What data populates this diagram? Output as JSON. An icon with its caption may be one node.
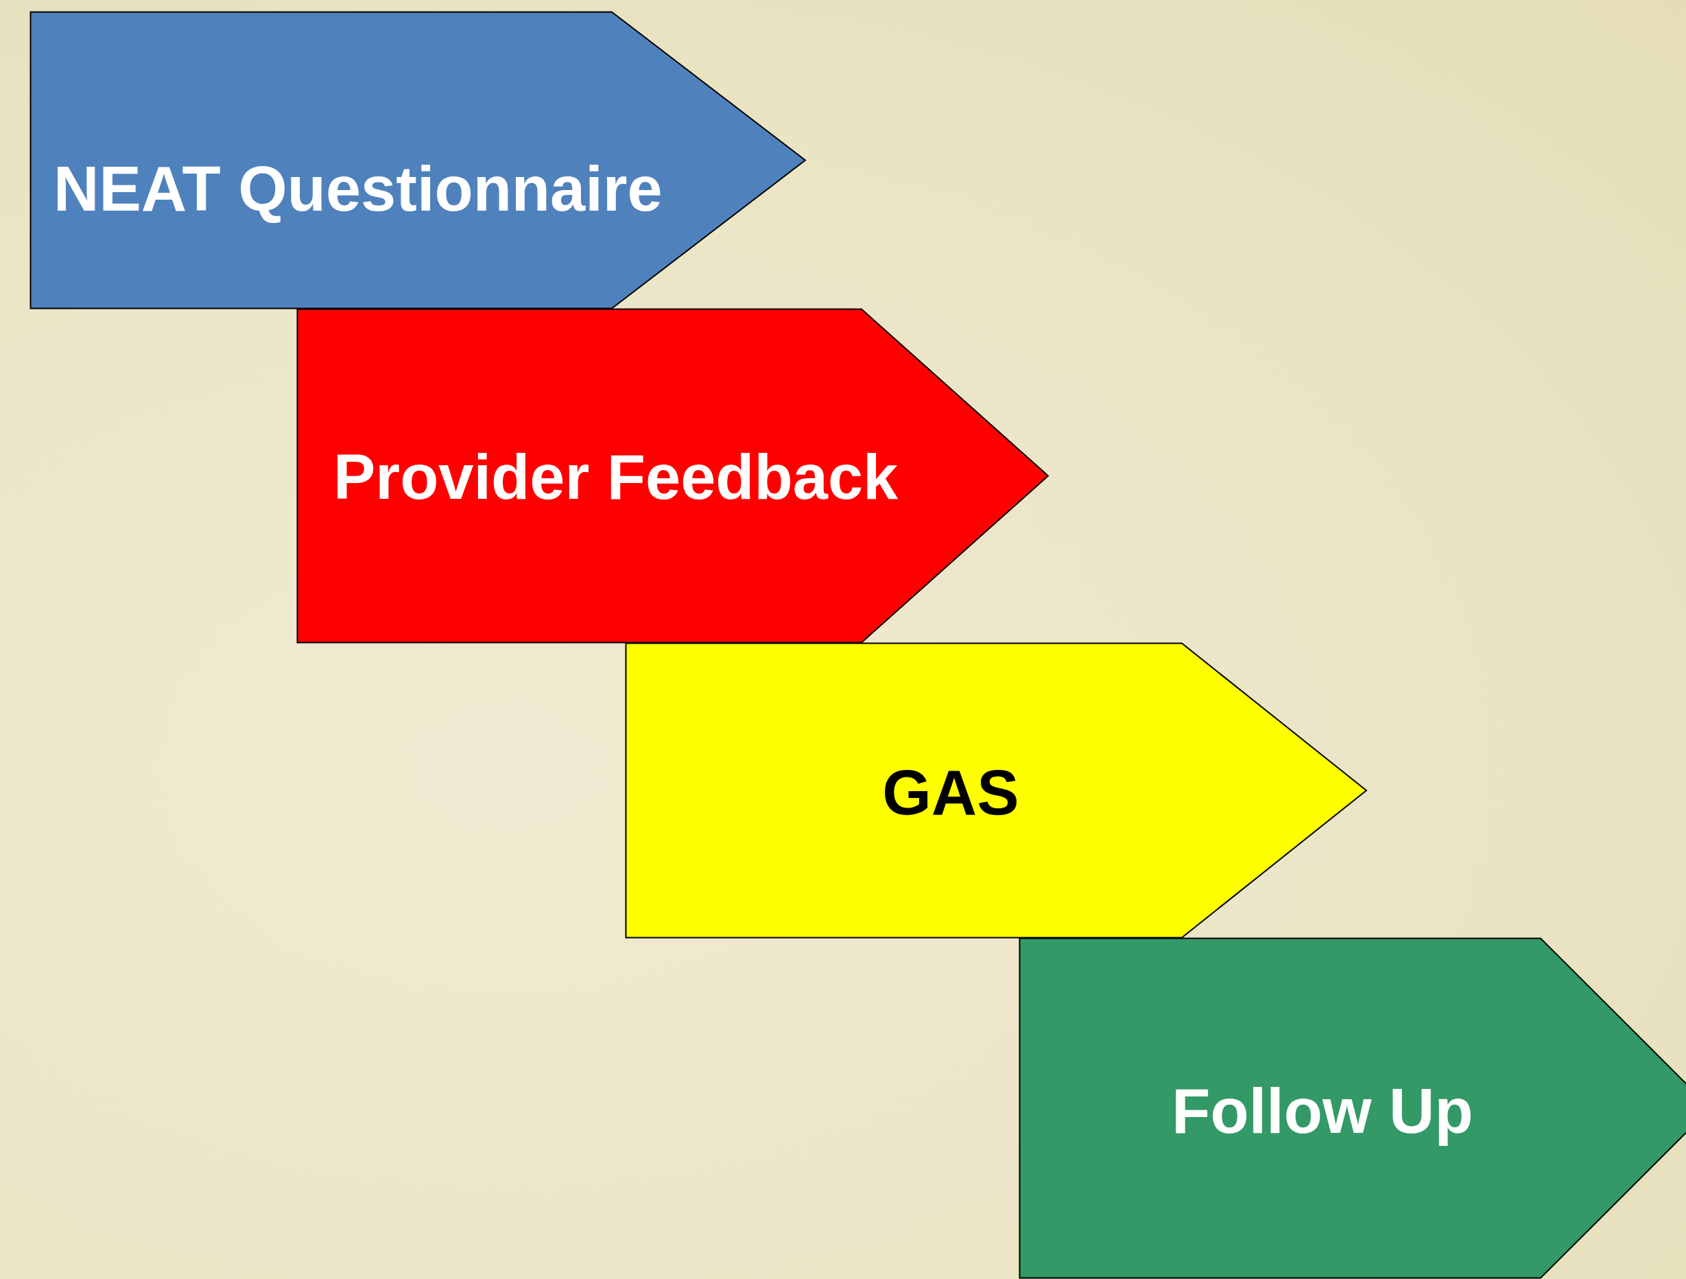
{
  "diagram": {
    "nodes": [
      {
        "text": [
          "NEAT Questionnaire"
        ]
      },
      {
        "text": [
          "Provider Feedback"
        ]
      },
      {
        "text": [
          "GAS"
        ]
      },
      {
        "text": [
          "Follow Up"
        ]
      }
    ]
  }
}
